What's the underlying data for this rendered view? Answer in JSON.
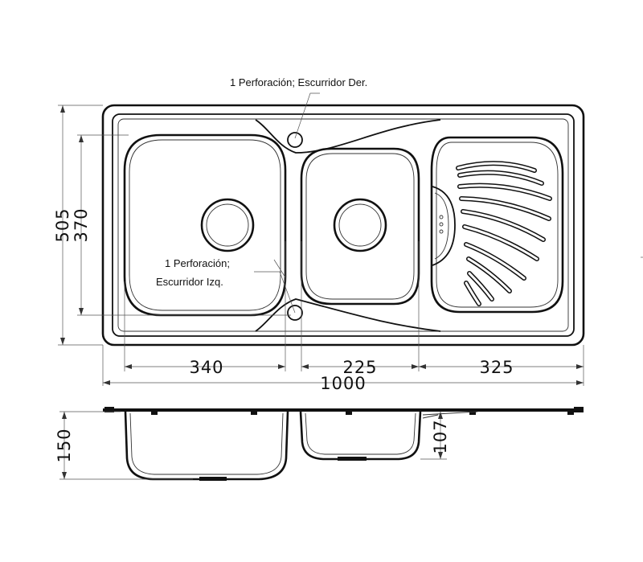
{
  "top_view": {
    "dims": {
      "overall_depth": "505",
      "bowl_depth": "370",
      "left_bowl_width": "340",
      "center_bowl_width": "225",
      "drainer_width": "325",
      "overall_width": "1000"
    },
    "notes": {
      "right_hole_label": "1 Perforación; Escurridor Der.",
      "left_hole_label_line1": "1 Perforación;",
      "left_hole_label_line2": "Escurridor Izq."
    }
  },
  "side_view": {
    "dims": {
      "bowl_height": "150",
      "small_bowl_height": "107"
    }
  }
}
